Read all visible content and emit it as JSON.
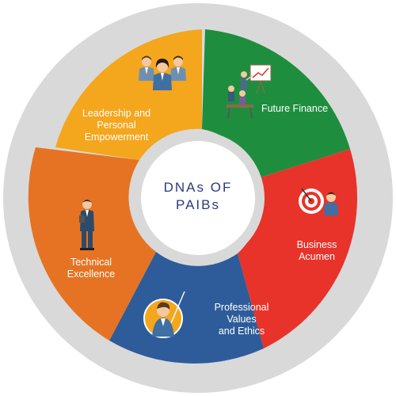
{
  "center": {
    "line1": "DNAs OF",
    "line2": "PAIBs"
  },
  "segments": [
    {
      "id": "leadership",
      "label_lines": [
        "Leadership and",
        "Personal",
        "Empowerment"
      ],
      "color": "#f4a61d",
      "icon": "team-leader-icon"
    },
    {
      "id": "future-finance",
      "label_lines": [
        "Future Finance"
      ],
      "color": "#1e8e3e",
      "icon": "presentation-meeting-icon"
    },
    {
      "id": "business-acumen",
      "label_lines": [
        "Business",
        "Acumen"
      ],
      "color": "#e8332a",
      "icon": "target-icon"
    },
    {
      "id": "professional-values",
      "label_lines": [
        "Professional",
        "Values",
        "and Ethics"
      ],
      "color": "#2e5c9a",
      "icon": "professional-person-icon"
    },
    {
      "id": "technical-excellence",
      "label_lines": [
        "Technical",
        "Excellence"
      ],
      "color": "#e67323",
      "icon": "businessman-tablet-icon"
    }
  ],
  "colors": {
    "outer_ring": "#d9d9d9",
    "inner_ring": "#d9d9d9",
    "center_fill": "#ffffff",
    "center_text": "#2b3a80",
    "label_text": "#ffffff"
  }
}
